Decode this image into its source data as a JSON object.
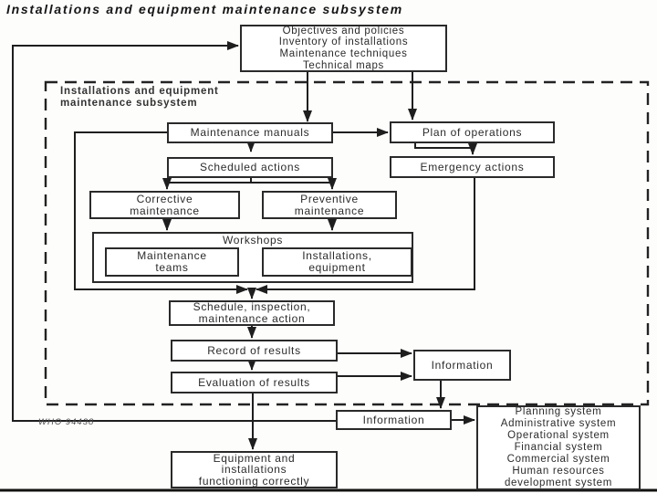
{
  "title": "Installations and equipment maintenance subsystem",
  "watermark": "WHO 94438",
  "subsystem_boundary_label": [
    "Installations and equipment",
    "maintenance subsystem"
  ],
  "nodes": {
    "objectives": [
      "Objectives and policies",
      "Inventory of installations",
      "Maintenance techniques",
      "Technical maps"
    ],
    "maintenance_manuals": "Maintenance manuals",
    "plan_of_operations": "Plan of operations",
    "scheduled_actions": "Scheduled actions",
    "emergency_actions": "Emergency actions",
    "corrective_maintenance": [
      "Corrective",
      "maintenance"
    ],
    "preventive_maintenance": [
      "Preventive",
      "maintenance"
    ],
    "workshops": "Workshops",
    "maintenance_teams": [
      "Maintenance",
      "teams"
    ],
    "installations_equipment": [
      "Installations,",
      "equipment"
    ],
    "schedule_inspection": [
      "Schedule, inspection,",
      "maintenance action"
    ],
    "record_of_results": "Record of results",
    "evaluation_of_results": "Evaluation of results",
    "information_inner": "Information",
    "information_outer": "Information",
    "external_systems": [
      "Planning system",
      "Administrative system",
      "Operational system",
      "Financial system",
      "Commercial system",
      "Human resources",
      "development system"
    ],
    "equipment_functioning": [
      "Equipment and",
      "installations",
      "functioning correctly"
    ]
  },
  "colors": {
    "line": "#1e1e1e",
    "box_border": "#2a2a2a",
    "background": "#fdfdfc"
  }
}
